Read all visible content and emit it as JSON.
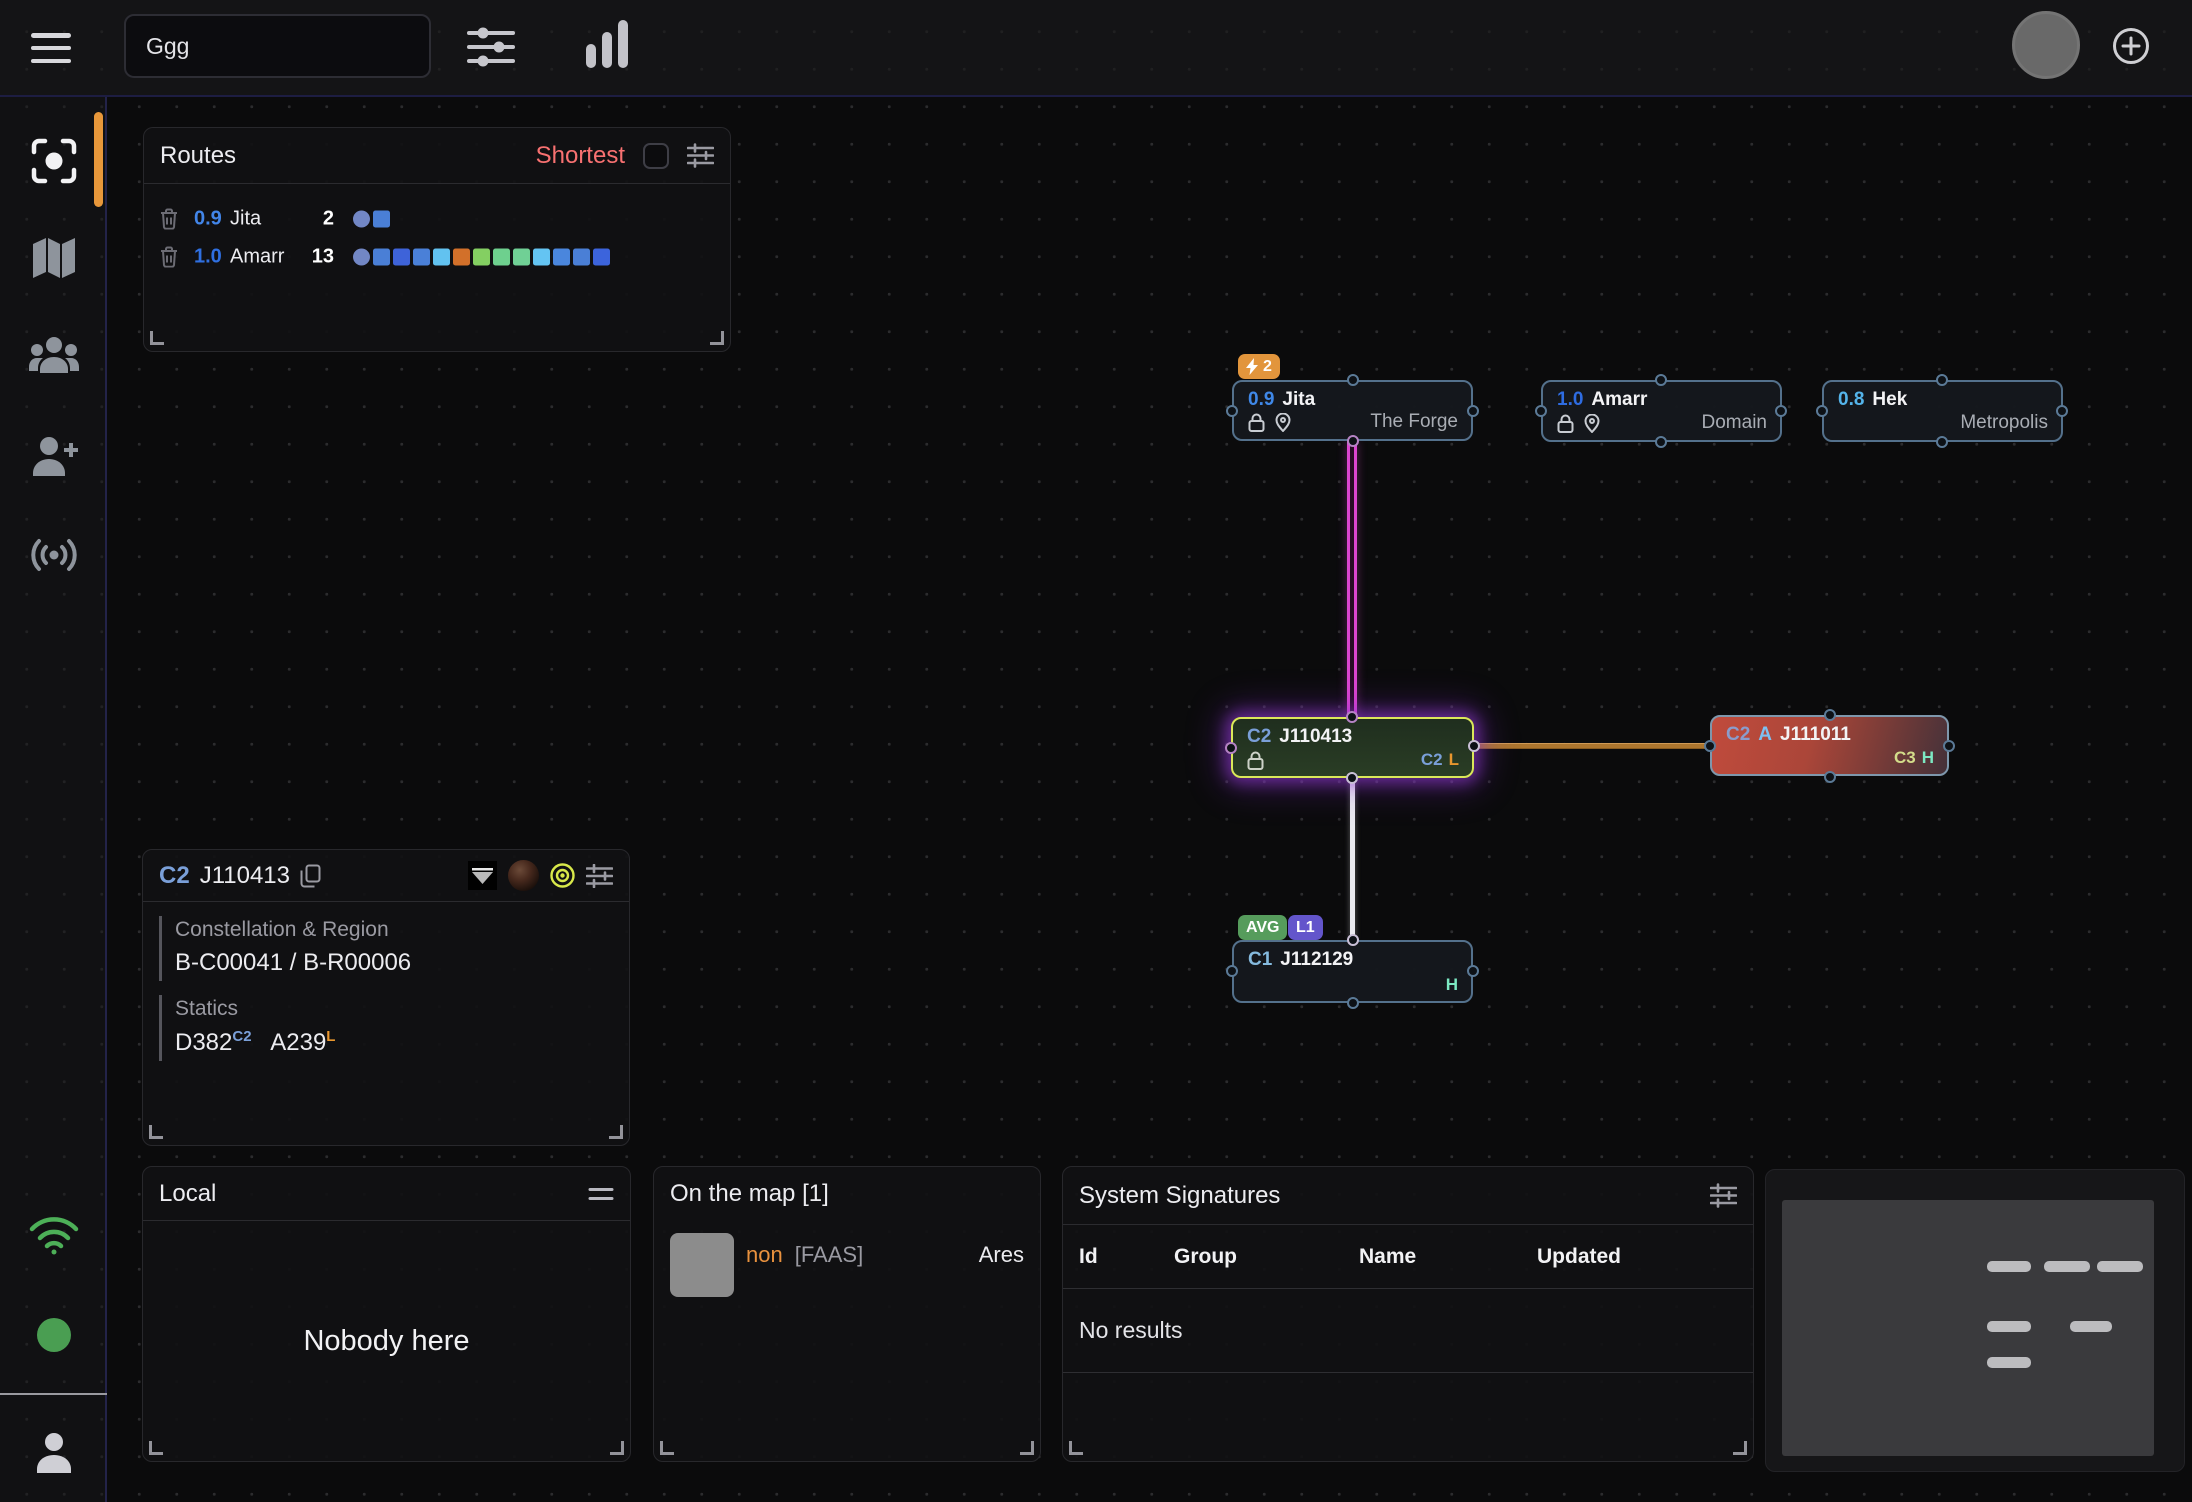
{
  "topbar": {
    "search_value": "Ggg"
  },
  "routes_panel": {
    "title": "Routes",
    "mode_label": "Shortest",
    "origin_dot_color": "#7287c5",
    "rows": [
      {
        "security": "0.9",
        "security_color": "#4285e8",
        "name": "Jita",
        "jumps": "2",
        "dot_colors": [
          "#4a7fd6"
        ]
      },
      {
        "security": "1.0",
        "security_color": "#2f6fe0",
        "name": "Amarr",
        "jumps": "13",
        "dot_colors": [
          "#4a7fd6",
          "#3e63d9",
          "#4a80d8",
          "#62c2f0",
          "#d2702a",
          "#84cf62",
          "#6ed08e",
          "#70d095",
          "#64c4f2",
          "#4a86dd",
          "#4a7fd6",
          "#3c64dc"
        ]
      }
    ]
  },
  "map": {
    "nodes": {
      "jita": {
        "security": "0.9",
        "name": "Jita",
        "region": "The Forge",
        "security_color": "#3f88e8",
        "badge": "2"
      },
      "amarr": {
        "security": "1.0",
        "name": "Amarr",
        "region": "Domain",
        "security_color": "#2e6ce2"
      },
      "hek": {
        "security": "0.8",
        "name": "Hek",
        "region": "Metropolis",
        "security_color": "#54b4ea"
      },
      "c2": {
        "class": "C2",
        "name": "J110413",
        "static_class": "C2",
        "static_kind": "L",
        "class_color": "#7a9fd8",
        "kind_color": "#e8962e"
      },
      "c2a": {
        "class": "C2",
        "tag": "A",
        "name": "J111011",
        "static_class": "C3",
        "static_kind": "H",
        "class_color": "#8a9ccc",
        "tag_color": "#7ec0f0",
        "static_class_color": "#d3dc8a",
        "kind_color": "#7ce8c2"
      },
      "c1": {
        "class": "C1",
        "name": "J112129",
        "static_kind": "H",
        "class_color": "#85bade",
        "kind_color": "#7ce8c2",
        "badge_avg": "AVG",
        "badge_l1": "L1"
      }
    }
  },
  "system_info_panel": {
    "class": "C2",
    "name": "J110413",
    "constellation_label": "Constellation & Region",
    "constellation_value": "B-C00041 / B-R00006",
    "statics_label": "Statics",
    "static1_code": "D382",
    "static1_class": "C2",
    "static2_code": "A239",
    "static2_class": "L"
  },
  "local_panel": {
    "title": "Local",
    "empty_text": "Nobody here"
  },
  "on_the_map_panel": {
    "title": "On the map [1]",
    "rows": [
      {
        "pilot": "non",
        "ticker": "[FAAS]",
        "ship": "Ares"
      }
    ]
  },
  "signatures_panel": {
    "title": "System Signatures",
    "col_id": "Id",
    "col_group": "Group",
    "col_name": "Name",
    "col_updated": "Updated",
    "empty_text": "No results"
  },
  "colors": {
    "accent_orange": "#e8973a",
    "shortest_red": "#f87171",
    "edge_pink": "#dc45d0",
    "edge_orange": "#ad762e",
    "selected_border": "#dbe75a",
    "selected_glow": "#963cd8"
  }
}
